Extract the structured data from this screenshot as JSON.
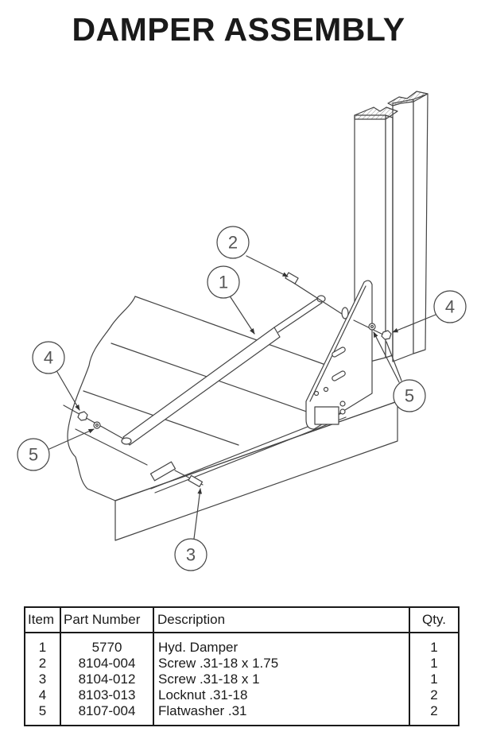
{
  "title": "DAMPER ASSEMBLY",
  "drawing": {
    "line_color": "#444444",
    "callouts": [
      {
        "label": "1",
        "target": "Hyd. Damper"
      },
      {
        "label": "2",
        "target": "Screw .31-18 x 1.75"
      },
      {
        "label": "3",
        "target": "Screw .31-18 x 1"
      },
      {
        "label": "4",
        "target": "Locknut .31-18 (right)"
      },
      {
        "label": "4",
        "target": "Locknut .31-18 (left)"
      },
      {
        "label": "5",
        "target": "Flatwasher .31 (right)"
      },
      {
        "label": "5",
        "target": "Flatwasher .31 (left)"
      }
    ]
  },
  "table": {
    "headers": {
      "item": "Item",
      "part_number": "Part Number",
      "description": "Description",
      "qty": "Qty."
    },
    "rows": [
      {
        "item": "1",
        "part_number": "5770",
        "description": "Hyd. Damper",
        "qty": "1"
      },
      {
        "item": "2",
        "part_number": "8104-004",
        "description": "Screw .31-18 x 1.75",
        "qty": "1"
      },
      {
        "item": "3",
        "part_number": "8104-012",
        "description": "Screw .31-18 x 1",
        "qty": "1"
      },
      {
        "item": "4",
        "part_number": "8103-013",
        "description": "Locknut .31-18",
        "qty": "2"
      },
      {
        "item": "5",
        "part_number": "8107-004",
        "description": "Flatwasher .31",
        "qty": "2"
      }
    ]
  }
}
